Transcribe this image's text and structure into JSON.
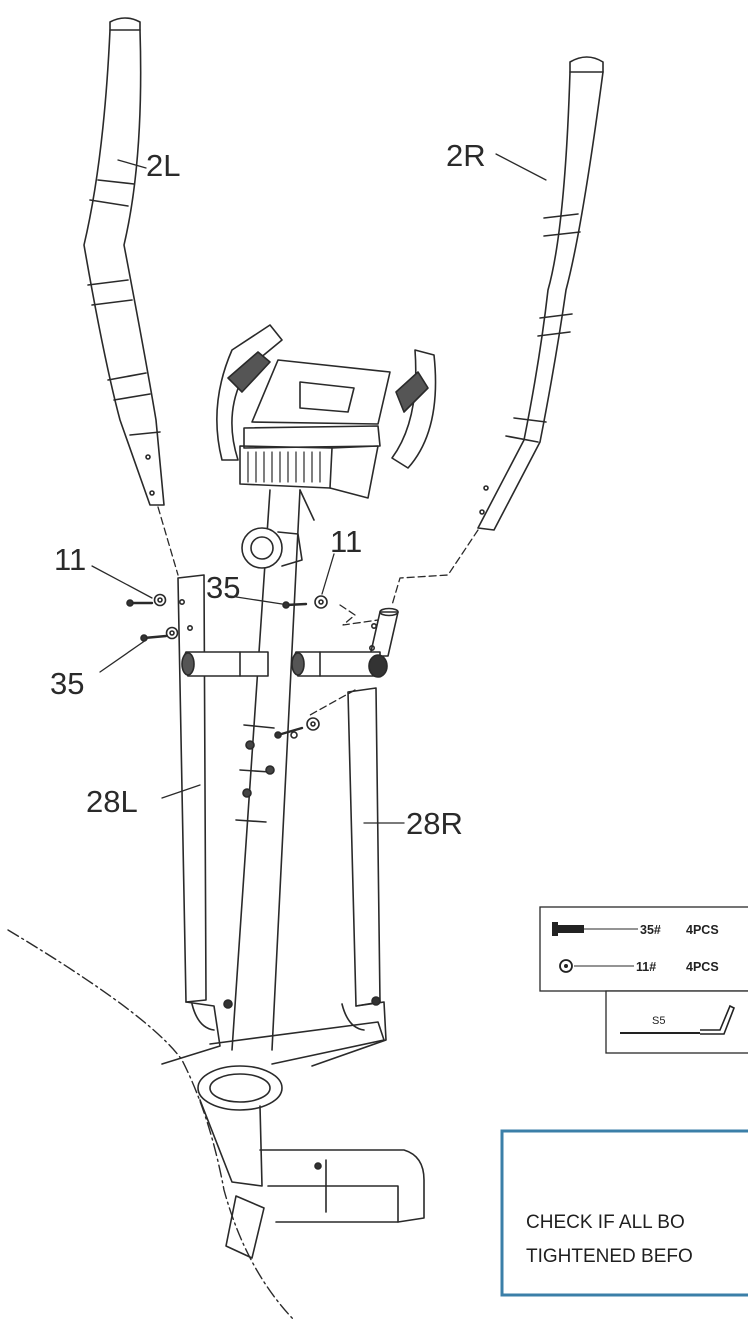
{
  "labels": {
    "handlebar_left": "2L",
    "handlebar_right": "2R",
    "washer_left": "11",
    "washer_right": "11",
    "bolt_left": "35",
    "bolt_right": "35",
    "arm_left": "28L",
    "arm_right": "28R"
  },
  "hardware": {
    "bolt": {
      "code": "35#",
      "qty": "4PCS"
    },
    "washer": {
      "code": "11#",
      "qty": "4PCS"
    },
    "tool": {
      "code": "S5"
    }
  },
  "note": {
    "line1": "CHECK IF ALL BO",
    "line2": "TIGHTENED BEFO"
  },
  "colors": {
    "line": "#2a2a2a",
    "note_border": "#3b7fa8"
  }
}
